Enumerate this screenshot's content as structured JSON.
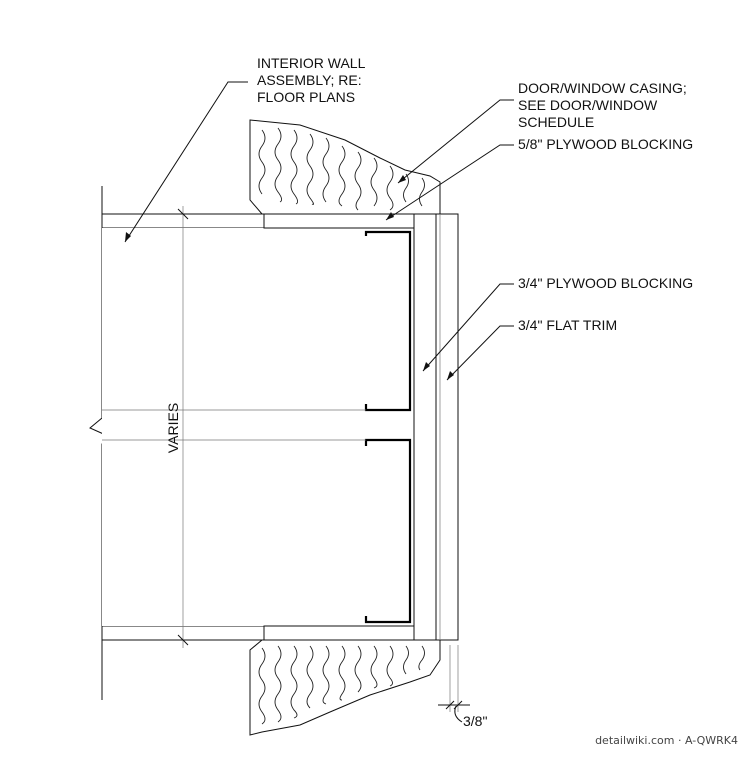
{
  "labels": {
    "interior_wall": [
      "INTERIOR WALL",
      "ASSEMBLY; RE:",
      "FLOOR PLANS"
    ],
    "casing": [
      "DOOR/WINDOW CASING;",
      "SEE DOOR/WINDOW",
      "SCHEDULE"
    ],
    "plywood_58": "5/8\" PLYWOOD BLOCKING",
    "plywood_34": "3/4\" PLYWOOD BLOCKING",
    "flat_trim": "3/4\" FLAT TRIM",
    "varies": "VARIES",
    "reveal": "3/8\""
  },
  "watermark": "detailwiki.com · A-QWRK4"
}
